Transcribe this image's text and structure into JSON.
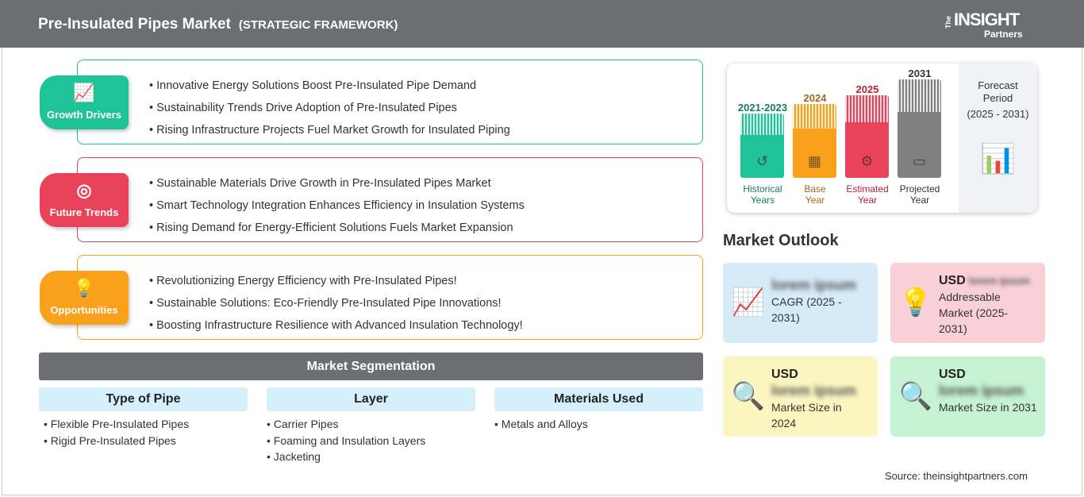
{
  "header": {
    "title": "Pre-Insulated Pipes Market",
    "subtitle": "(STRATEGIC FRAMEWORK)",
    "logo": "The INSIGHT Partners"
  },
  "sections": [
    {
      "label": "Growth Drivers",
      "icon": "chart-growth-icon",
      "color": "#20c397",
      "items": [
        "Innovative Energy Solutions Boost Pre-Insulated Pipe Demand",
        "Sustainability Trends Drive Adoption of Pre-Insulated Pipes",
        "Rising Infrastructure Projects Fuel Market Growth for Insulated Piping"
      ]
    },
    {
      "label": "Future Trends",
      "icon": "target-icon",
      "color": "#e8435a",
      "items": [
        "Sustainable Materials Drive Growth in Pre-Insulated Pipes Market",
        "Smart Technology Integration Enhances Efficiency in Insulation Systems",
        "Rising Demand for Energy-Efficient Solutions Fuels Market Expansion"
      ]
    },
    {
      "label": "Opportunities",
      "icon": "lightbulb-hand-icon",
      "color": "#f9a11b",
      "items": [
        "Revolutionizing Energy Efficiency with Pre-Insulated Pipes!",
        "Sustainable Solutions: Eco-Friendly Pre-Insulated Pipe Innovations!",
        "Boosting Infrastructure Resilience with Advanced Insulation Technology!"
      ]
    }
  ],
  "segmentation": {
    "title": "Market Segmentation",
    "columns": [
      {
        "title": "Type of Pipe",
        "items": [
          "Flexible Pre-Insulated Pipes",
          "Rigid Pre-Insulated Pipes"
        ]
      },
      {
        "title": "Layer",
        "items": [
          "Carrier Pipes",
          "Foaming and Insulation Layers",
          "Jacketing"
        ]
      },
      {
        "title": "Materials Used",
        "items": [
          "Metals and Alloys"
        ]
      }
    ]
  },
  "timeline": {
    "bars": [
      {
        "year": "2021-2023",
        "label1": "Historical",
        "label2": "Years",
        "color": "#20c397",
        "text_color": "#1a7a62",
        "icon": "history-icon"
      },
      {
        "year": "2024",
        "label1": "Base",
        "label2": "Year",
        "color": "#f9a11b",
        "text_color": "#9a6a1f",
        "icon": "calendar-icon"
      },
      {
        "year": "2025",
        "label1": "Estimated",
        "label2": "Year",
        "color": "#e8435a",
        "text_color": "#b5213a",
        "icon": "settings-chart-icon"
      },
      {
        "year": "2031",
        "label1": "Projected",
        "label2": "Year",
        "color": "#808080",
        "text_color": "#333333",
        "icon": "presentation-icon"
      }
    ],
    "forecast": {
      "line1": "Forecast",
      "line2": "Period",
      "line3": "(2025 - 2031)"
    }
  },
  "outlook": {
    "title": "Market Outlook",
    "cards": [
      {
        "prefix": "",
        "value": "lorem ipsum",
        "label": "CAGR (2025 - 2031)",
        "bg": "#d6ebf8",
        "icon": "growth-chart-icon"
      },
      {
        "prefix": "USD",
        "value": "lorem ipsum",
        "label": "Addressable Market (2025-2031)",
        "bg": "#f9d0d6",
        "icon": "dollar-bulb-icon"
      },
      {
        "prefix": "USD",
        "value": "lorem ipsum",
        "label": "Market Size in 2024",
        "bg": "#fbf6c0",
        "icon": "market-search-icon"
      },
      {
        "prefix": "USD",
        "value": "lorem ipsum",
        "label": "Market Size in 2031",
        "bg": "#c5f2d2",
        "icon": "market-search-icon"
      }
    ]
  },
  "source": "Source: theinsightpartners.com"
}
